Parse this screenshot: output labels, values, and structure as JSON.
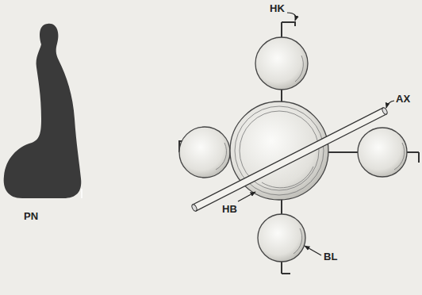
{
  "diagram": {
    "labels": [
      "HK",
      "AX",
      "PN",
      "HB",
      "BL"
    ]
  }
}
